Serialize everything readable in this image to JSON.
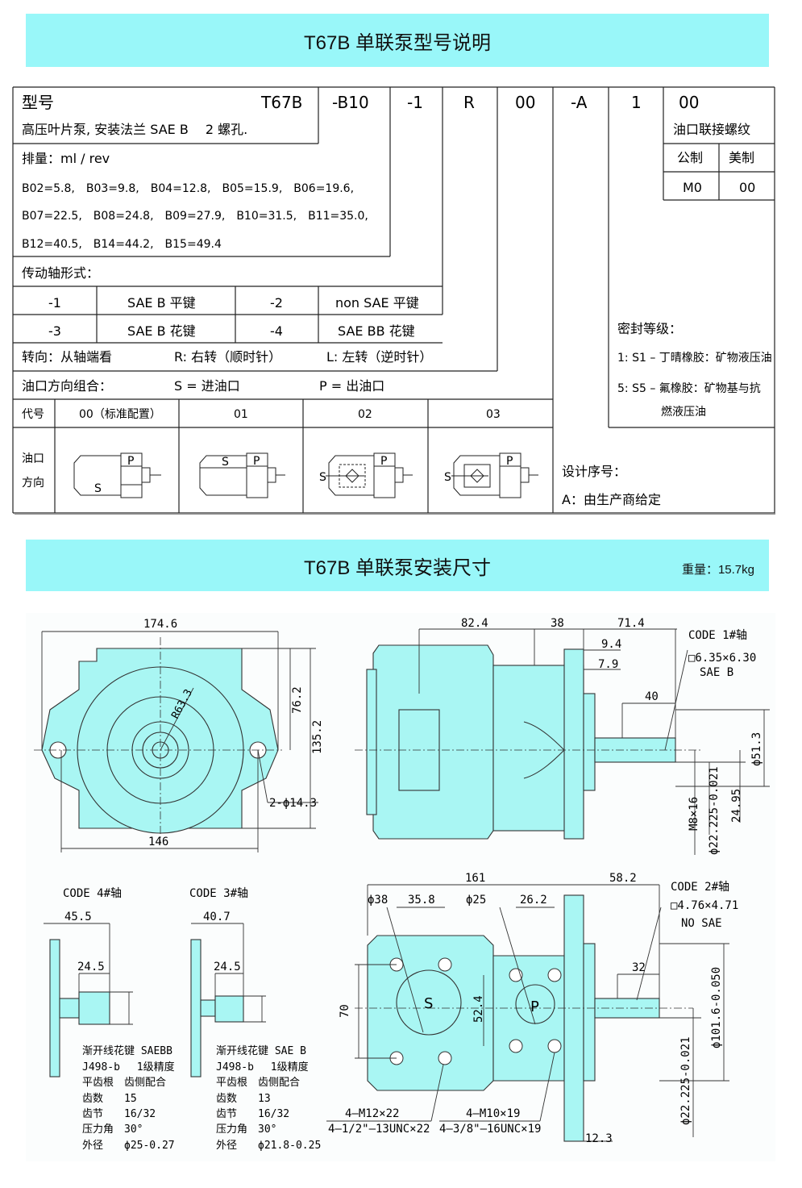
{
  "banner1": {
    "title": "T67B 单联泵型号说明"
  },
  "code_header": {
    "model_label": "型号",
    "model": "T67B",
    "c1": "-B10",
    "c2": "-1",
    "c3": "R",
    "c4": "00",
    "c5": "-A",
    "c6": "1",
    "c7": "00"
  },
  "description": "高压叶片泵, 安装法兰 SAE B　 2 螺孔.",
  "thread": {
    "title": "油口联接螺纹",
    "metric": "公制",
    "us": "美制",
    "metric_val": "M0",
    "us_val": "00"
  },
  "displacement": {
    "title": "排量：ml / rev",
    "line1": "B02=5.8,　B03=9.8,　B04=12.8,　B05=15.9,　B06=19.6,",
    "line2": "B07=22.5,　B08=24.8,　B09=27.9,　B10=31.5,　B11=35.0,",
    "line3": "B12=40.5,　B14=44.2,　B15=49.4"
  },
  "shaft": {
    "title": "传动轴形式：",
    "r1c1": "-1",
    "r1c2": "SAE B  平键",
    "r1c3": "-2",
    "r1c4": "non SAE  平键",
    "r2c1": "-3",
    "r2c2": "SAE B  花键",
    "r2c3": "-4",
    "r2c4": "SAE BB  花键"
  },
  "rotation": {
    "label": "转向：从轴端看",
    "r": "R:  右转（顺时针）",
    "l": "L:  左转（逆时针）"
  },
  "port": {
    "label": "油口方向组合：",
    "s": "S =  进油口",
    "p": "P =  出油口"
  },
  "port_table": {
    "code_label": "代号",
    "c00": "00（标准配置）",
    "c01": "01",
    "c02": "02",
    "c03": "03",
    "dir_label_1": "油口",
    "dir_label_2": "方向",
    "s": "S",
    "p": "P"
  },
  "seal": {
    "title": "密封等级：",
    "l1": "1: S1 – 丁晴橡胶：矿物液压油",
    "l2": "5: S5 –  氟橡胶：矿物基与抗",
    "l3": "燃液压油"
  },
  "design": {
    "title": "设计序号：",
    "a": "A：由生产商给定"
  },
  "banner2": {
    "title": "T67B 单联泵安装尺寸",
    "weight": "重量：15.7kg"
  },
  "drawing": {
    "front": {
      "w": "174.6",
      "h1": "76.2",
      "h2": "135.2",
      "r": "R63.3",
      "holes": "2-ϕ14.3",
      "bolt": "146"
    },
    "side": {
      "d1": "82.4",
      "d2": "38",
      "d3": "71.4",
      "d4": "9.4",
      "d5": "7.9",
      "d6": "40",
      "code1": "CODE 1#轴",
      "key": "□6.35×6.30",
      "sae": "SAE B",
      "d7": "ϕ51.3",
      "d8": "M8×16",
      "d9": "ϕ22.225-0.021",
      "d10": "24.95"
    },
    "code4": {
      "title": "CODE 4#轴",
      "a": "45.5",
      "b": "24.5",
      "spec": [
        "渐开线花键 SAEBB",
        "J498-b　 1级精度",
        "平齿根　齿侧配合",
        "齿数　　15",
        "齿节　　16/32",
        "压力角　30°",
        "外径　　ϕ25-0.27"
      ]
    },
    "code3": {
      "title": "CODE 3#轴",
      "a": "40.7",
      "b": "24.5",
      "spec": [
        "渐开线花键 SAE B",
        "J498-b　 1级精度",
        "平齿根　齿侧配合",
        "齿数　　13",
        "齿节　　16/32",
        "压力角　30°",
        "外径　　ϕ21.8-0.25"
      ]
    },
    "bottom": {
      "d161": "161",
      "d582": "58.2",
      "d38": "ϕ38",
      "d358": "35.8",
      "d25": "ϕ25",
      "d262": "26.2",
      "d70": "70",
      "d524": "52.4",
      "s": "S",
      "p": "P",
      "code2": "CODE 2#轴",
      "key2": "□4.76×4.71",
      "nosae": "NO SAE",
      "d32": "32",
      "d1016": "ϕ101.6-0.050",
      "d22": "ϕ22.225-0.021",
      "m12a": "4–M12×22",
      "m12b": "4–1/2\"–13UNC×22",
      "m10a": "4–M10×19",
      "m10b": "4–3/8\"–16UNC×19",
      "d123": "12.3"
    }
  }
}
